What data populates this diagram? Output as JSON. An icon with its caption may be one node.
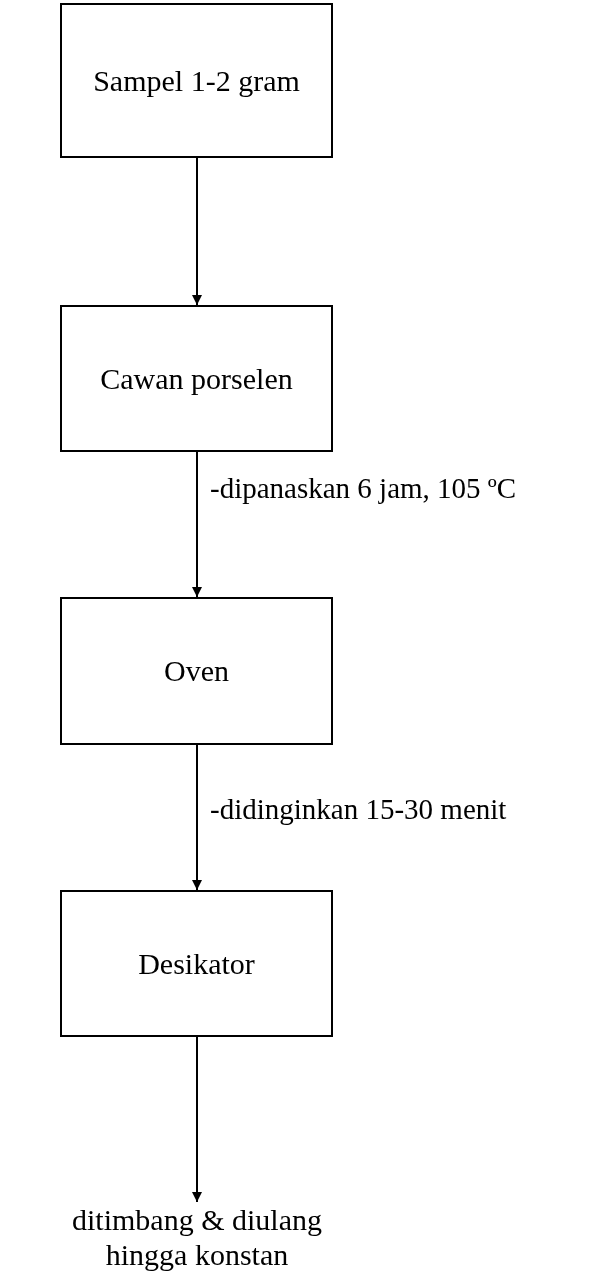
{
  "diagram": {
    "nodes": [
      {
        "text": [
          "Sampel 1-2 gram"
        ]
      },
      {
        "text": [
          "Cawan porselen"
        ]
      },
      {
        "text": [
          "Oven"
        ]
      },
      {
        "text": [
          "Desikator"
        ]
      },
      {
        "text": [
          "ditimbang & diulang hingga konstan"
        ]
      }
    ],
    "edges": [
      {
        "from": 0,
        "to": 1,
        "arrow": "to"
      },
      {
        "from": 1,
        "to": 2,
        "arrow": "to",
        "label": "-dipanaskan 6 jam, 105 ºC"
      },
      {
        "from": 2,
        "to": 3,
        "arrow": "to",
        "label": "-didinginkan 15-30 menit"
      },
      {
        "from": 3,
        "to": 4,
        "arrow": "to"
      }
    ]
  }
}
